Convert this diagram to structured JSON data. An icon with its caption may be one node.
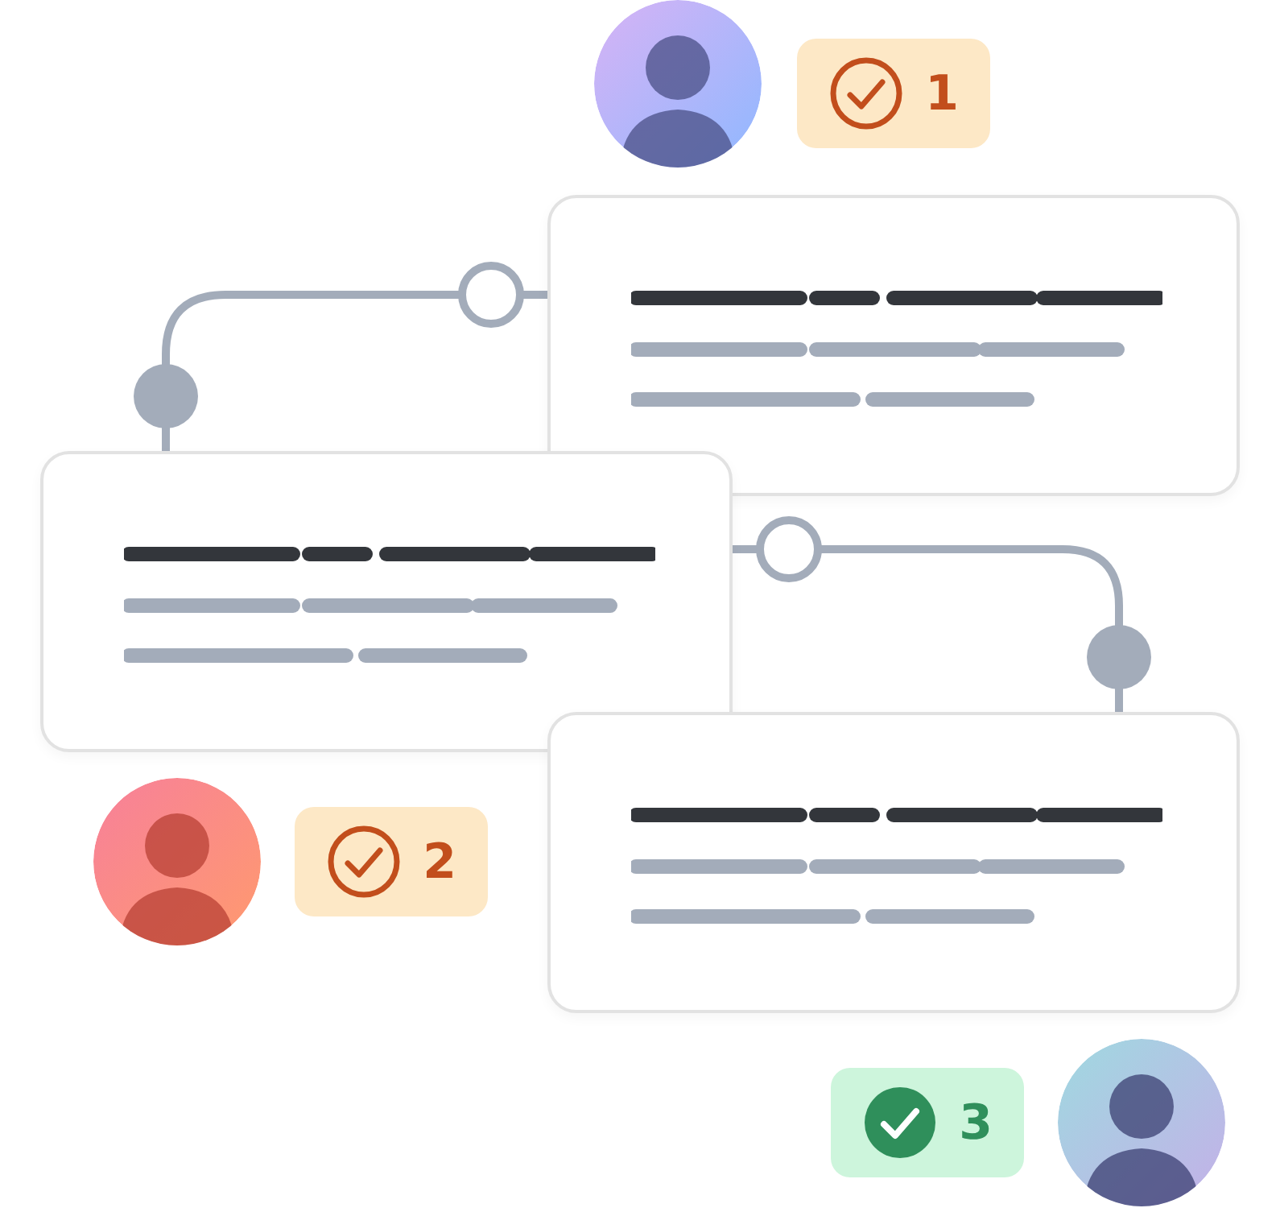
{
  "diagram": {
    "nodes": [
      {
        "text": [],
        "shape": "person"
      },
      {
        "text": [
          "1"
        ]
      },
      {
        "text": [],
        "shape": "box"
      },
      {
        "text": [],
        "shape": "box"
      },
      {
        "text": [],
        "shape": "person"
      },
      {
        "text": [
          "2"
        ]
      },
      {
        "text": [],
        "shape": "box"
      },
      {
        "text": [
          "3"
        ]
      },
      {
        "text": [],
        "shape": "person"
      }
    ],
    "edges": [
      {
        "from": 2,
        "to": 3,
        "arrow": "other"
      },
      {
        "from": 3,
        "to": 6,
        "arrow": "other"
      }
    ]
  }
}
